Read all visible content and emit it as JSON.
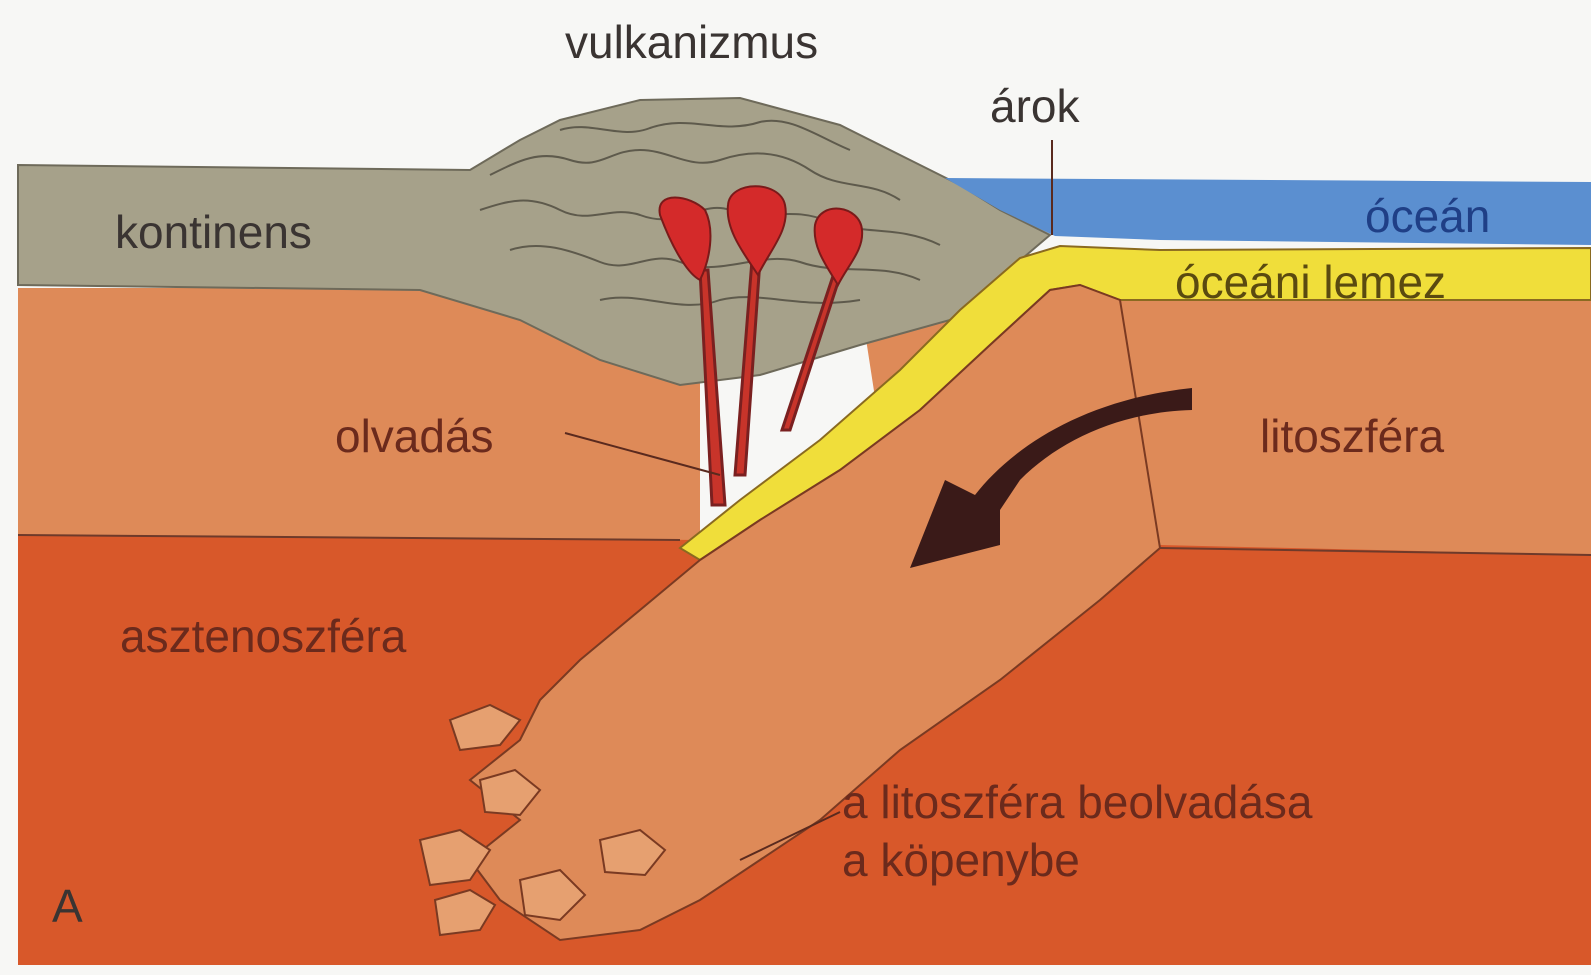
{
  "diagram": {
    "labels": {
      "volcanism": "vulkanizmus",
      "trench": "árok",
      "continent": "kontinens",
      "ocean": "óceán",
      "oceanic_plate": "óceáni lemez",
      "melting": "olvadás",
      "lithosphere": "litoszféra",
      "asthenosphere": "asztenoszféra",
      "mantle_melting_line1": "a litoszféra beolvadása",
      "mantle_melting_line2": "a köpenybe",
      "panel_letter": "A"
    },
    "colors": {
      "continent": "#a6a18a",
      "ocean": "#5b8fd0",
      "oceanic_plate": "#f0de3a",
      "lithosphere": "#de8a58",
      "asthenosphere": "#d8582a",
      "magma": "#d42a2a",
      "arrow": "#3a1a18"
    },
    "icons": {
      "subduction_arrow": "curved-arrow-down-left"
    }
  }
}
